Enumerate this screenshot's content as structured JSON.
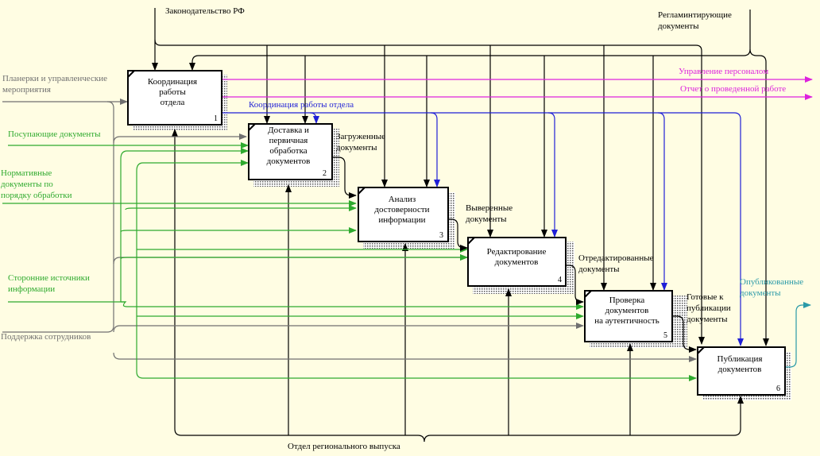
{
  "colors": {
    "background": "#fffde3",
    "black": "#000000",
    "gray": "#707070",
    "green": "#2eaa2e",
    "blue": "#1f1fd6",
    "magenta": "#dd22dd",
    "teal": "#2a9aa8"
  },
  "boxes": [
    {
      "lines": [
        "Координация",
        "работы",
        "отдела"
      ],
      "number": "1"
    },
    {
      "lines": [
        "Доставка и",
        "первичная",
        "обработка",
        "документов"
      ],
      "number": "2"
    },
    {
      "lines": [
        "Анализ",
        "достоверности",
        "информации"
      ],
      "number": "3"
    },
    {
      "lines": [
        "Редактирование",
        "документов"
      ],
      "number": "4"
    },
    {
      "lines": [
        "Проверка",
        "документов",
        "на аутентичность"
      ],
      "number": "5"
    },
    {
      "lines": [
        "Публикация",
        "документов"
      ],
      "number": "6"
    }
  ],
  "controls": {
    "law": "Законодательство РФ",
    "regulatory": [
      "Регламинтирующие",
      "документы"
    ]
  },
  "inputs": {
    "meetings": [
      "Планерки и управленческие",
      "мероприятия"
    ],
    "incoming": "Посупающие документы",
    "normative": [
      "Нормативные",
      "документы по",
      "порядку обработки"
    ],
    "external": [
      "Сторонние источники",
      "информации"
    ],
    "support": "Поддержка сотрудников"
  },
  "outputs": {
    "management": "Управление персоналом",
    "report": "Отчет о проведенной работе",
    "coordination": "Координация работы отдела",
    "loaded": [
      "Загруженные",
      "документы"
    ],
    "verified": [
      "Выверенные",
      "документы"
    ],
    "edited": [
      "Отредактированные",
      "документы"
    ],
    "ready": [
      "Готовые к",
      "публикации",
      "документы"
    ],
    "published": [
      "Опубликованные",
      "документы"
    ]
  },
  "mechanism": "Отдел регионального выпуска"
}
